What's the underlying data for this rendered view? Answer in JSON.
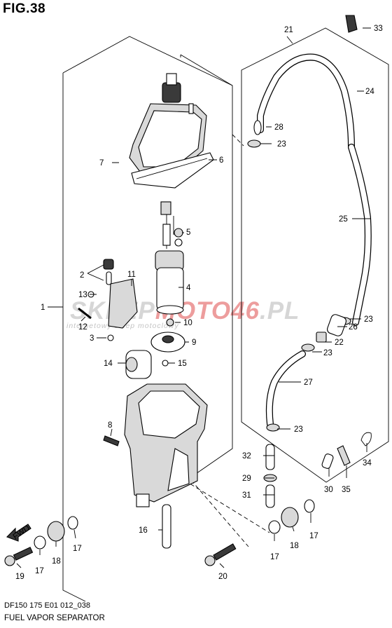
{
  "figure": {
    "title": "FIG.38",
    "code": "DF150 175 E01 012_038",
    "caption": "FUEL VAPOR SEPARATOR"
  },
  "watermark": {
    "main_a": "SKLEP",
    "main_b": "MOTO46",
    "main_c": ".PL",
    "sub": "internetowy sklep motoclowy"
  },
  "labels": {
    "l1": "1",
    "l2": "2",
    "l3": "3",
    "l4": "4",
    "l5": "5",
    "l6": "6",
    "l7": "7",
    "l8": "8",
    "l9": "9",
    "l10": "10",
    "l11": "11",
    "l12": "12",
    "l13": "13",
    "l14": "14",
    "l15": "15",
    "l16": "16",
    "l17a": "17",
    "l17b": "17",
    "l17c": "17",
    "l17d": "17",
    "l18a": "18",
    "l18b": "18",
    "l19": "19",
    "l20": "20",
    "l21": "21",
    "l22": "22",
    "l23a": "23",
    "l23b": "23",
    "l23c": "23",
    "l23d": "23",
    "l24": "24",
    "l25": "25",
    "l26": "26",
    "l27": "27",
    "l28": "28",
    "l29": "29",
    "l30": "30",
    "l31": "31",
    "l32": "32",
    "l33": "33",
    "l34": "34",
    "l35": "35"
  },
  "fwd_label": "FWD"
}
